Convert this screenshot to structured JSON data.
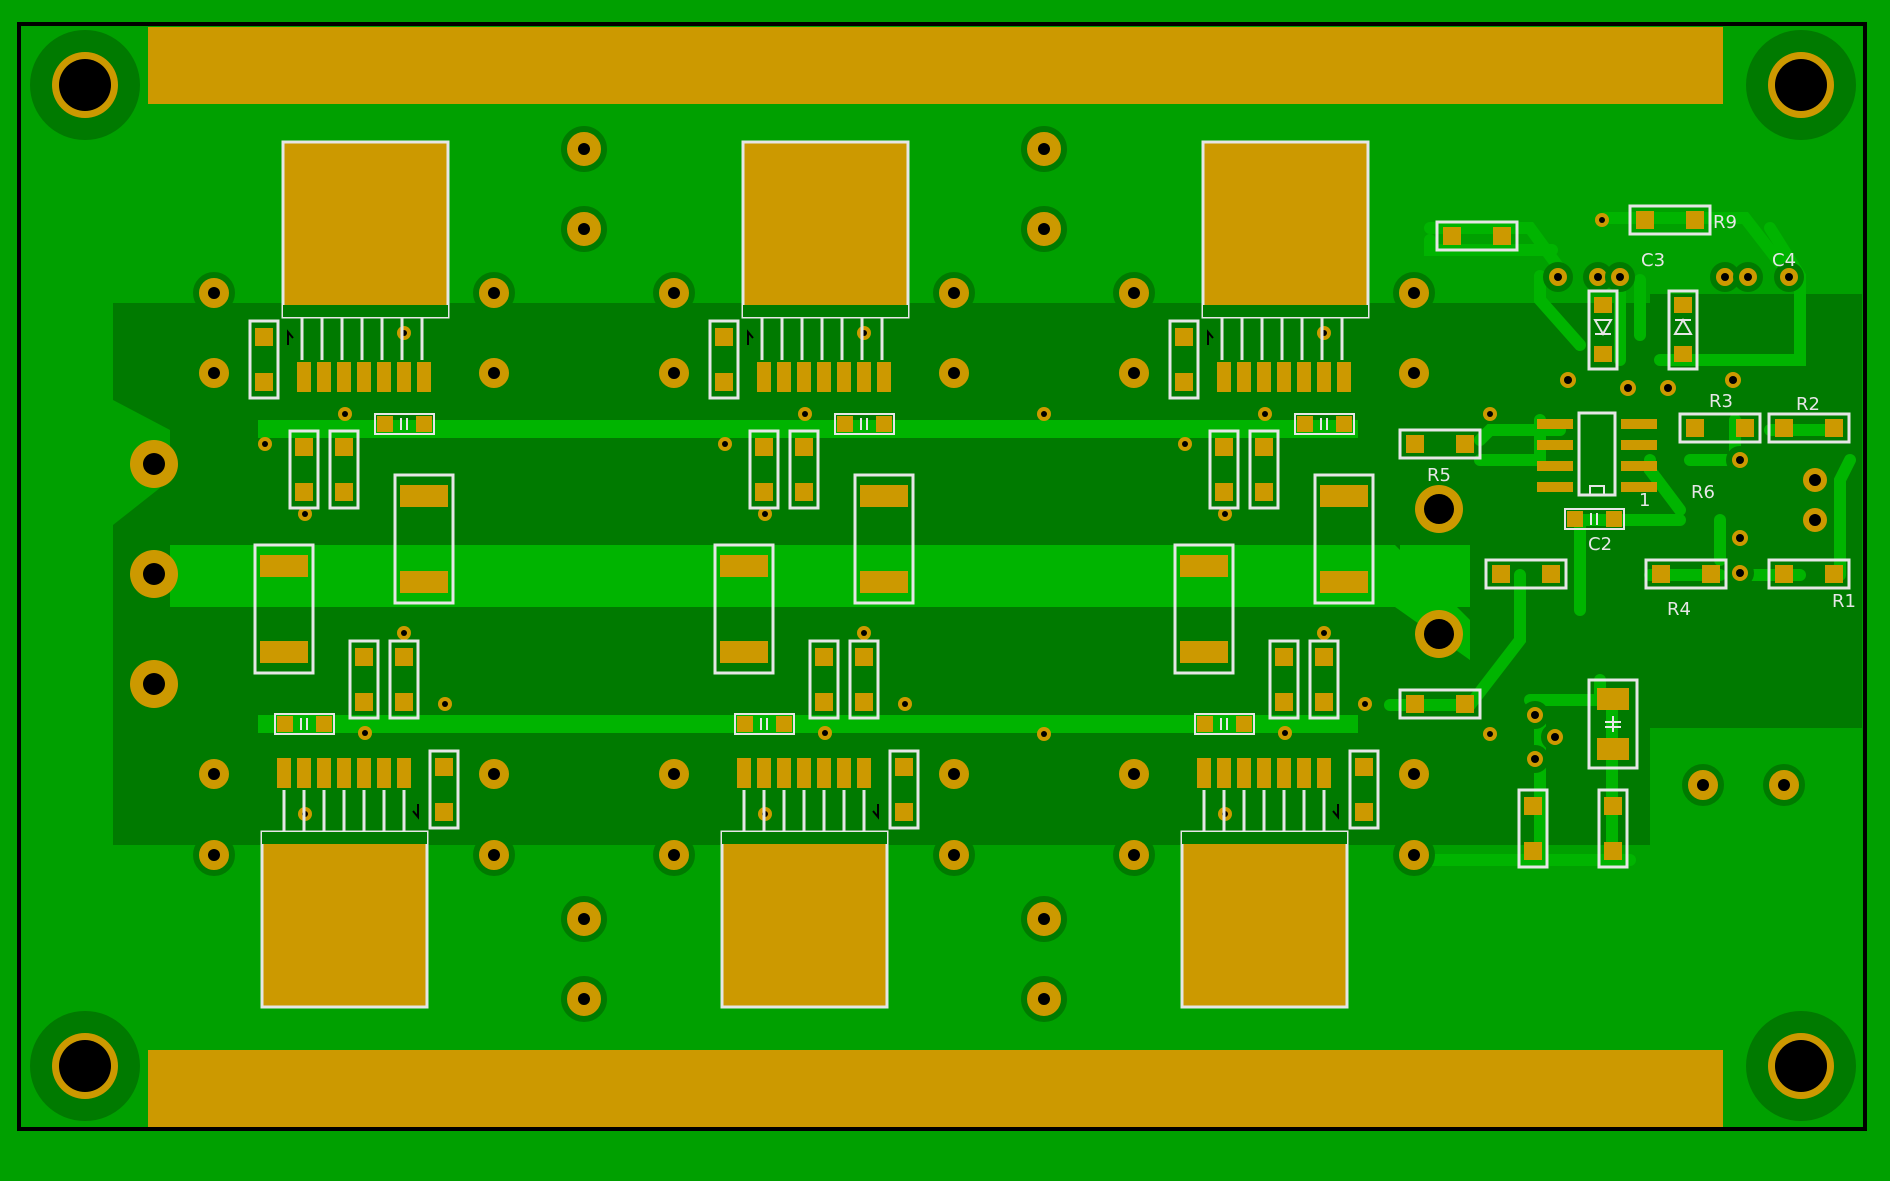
{
  "colors": {
    "background": "#00a000",
    "board": "#00a000",
    "copper_pour": "#007a00",
    "trace": "#00b400",
    "pad": "#cc9900",
    "drill": "#000000",
    "silkscreen": "#e6e6e6",
    "outline": "#000000"
  },
  "labels": {
    "r1": "R1",
    "r2": "R2",
    "r3": "R3",
    "r4": "R4",
    "r5": "R5",
    "r6": "R6",
    "r9": "R9",
    "c2": "C2",
    "c3": "C3",
    "c4": "C4",
    "pin1": "1"
  },
  "icons": {
    "mounting_hole": "mounting-hole-icon",
    "via": "via-icon",
    "diode": "diode-icon",
    "capacitor": "capacitor-icon"
  }
}
